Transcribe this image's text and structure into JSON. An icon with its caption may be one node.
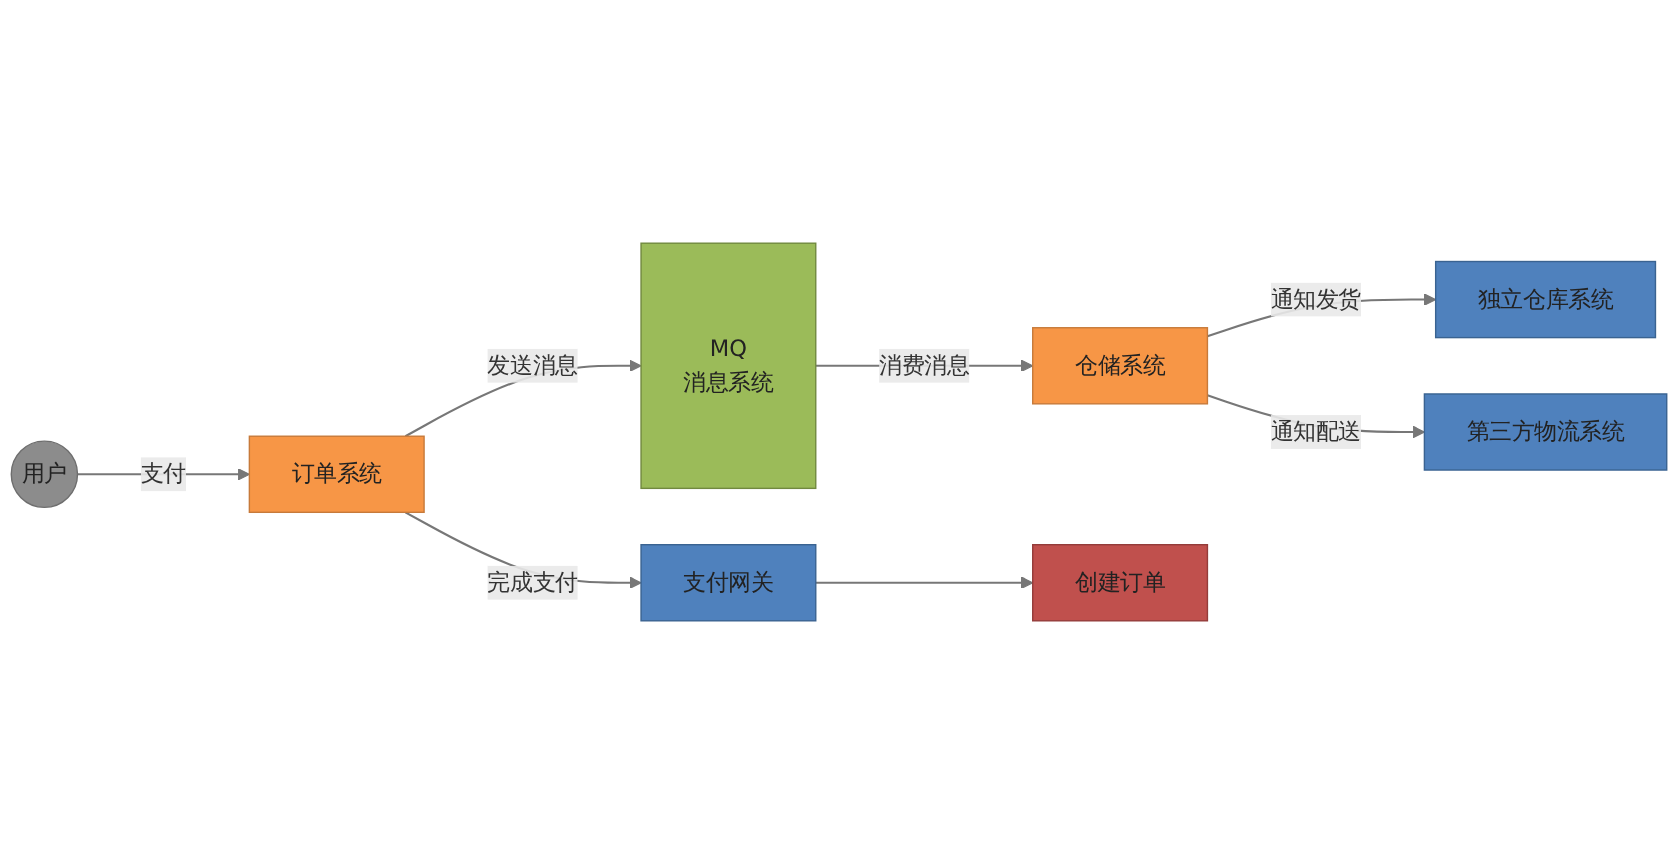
{
  "diagram": {
    "nodes": [
      {
        "text": [
          "用户"
        ]
      },
      {
        "text": [
          "订单系统"
        ]
      },
      {
        "text": [
          "MQ",
          "消息系统"
        ]
      },
      {
        "text": [
          "仓储系统"
        ]
      },
      {
        "text": [
          "支付网关"
        ]
      },
      {
        "text": [
          "创建订单"
        ]
      },
      {
        "text": [
          "独立仓库系统"
        ]
      },
      {
        "text": [
          "第三方物流系统"
        ]
      }
    ],
    "edges": [
      {
        "from": 0,
        "to": 1,
        "arrow": "to",
        "label": "支付"
      },
      {
        "from": 1,
        "to": 2,
        "arrow": "to",
        "label": "发送消息"
      },
      {
        "from": 2,
        "to": 3,
        "arrow": "to",
        "label": "消费消息"
      },
      {
        "from": 1,
        "to": 4,
        "arrow": "to",
        "label": "完成支付"
      },
      {
        "from": 4,
        "to": 5,
        "arrow": "to"
      },
      {
        "from": 3,
        "to": 6,
        "arrow": "to",
        "label": "通知发货"
      },
      {
        "from": 3,
        "to": 7,
        "arrow": "to",
        "label": "通知配送"
      }
    ]
  }
}
